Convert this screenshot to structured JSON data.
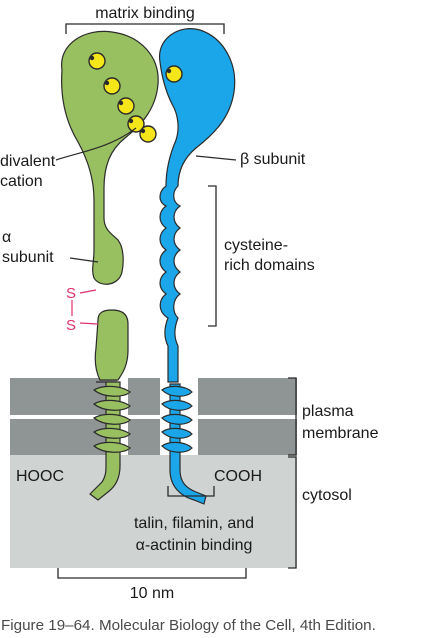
{
  "labels": {
    "matrix_binding": "matrix binding",
    "divalent_cation_1": "divalent",
    "divalent_cation_2": "cation",
    "beta_subunit": "β subunit",
    "alpha_subunit_1": "α",
    "alpha_subunit_2": "subunit",
    "s1": "S",
    "s2": "S",
    "cysteine_1": "cysteine-",
    "cysteine_2": "rich domains",
    "plasma_1": "plasma",
    "plasma_2": "membrane",
    "hooc": "HOOC",
    "cooh": "COOH",
    "cytosol": "cytosol",
    "talin_1": "talin, filamin, and",
    "talin_2": "α-actinin binding",
    "scale": "10 nm"
  },
  "caption": "Figure 19–64. Molecular Biology of the Cell, 4th Edition.",
  "colors": {
    "alpha": "#98c060",
    "beta": "#1aa6e8",
    "cation": "#f5e61a",
    "membrane": "#8f9594",
    "cytosol": "#cfd3d1",
    "disulfide": "#e0306a",
    "outline": "#2b2b2b"
  }
}
